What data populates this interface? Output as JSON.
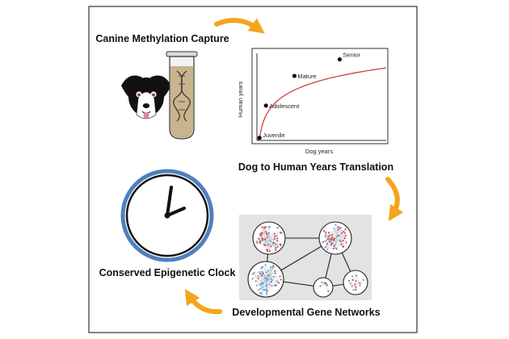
{
  "titles": {
    "capture": "Canine Methylation Capture",
    "translation": "Dog to Human Years Translation",
    "clock": "Conserved Epigenetic Clock",
    "networks": "Developmental Gene Networks"
  },
  "chart_data": {
    "type": "line",
    "xlabel": "Dog years",
    "ylabel": "Human years",
    "points": [
      {
        "label": "Juvenile",
        "x": 0.02,
        "y": 0.03
      },
      {
        "label": "Adolescent",
        "x": 0.07,
        "y": 0.4
      },
      {
        "label": "Mature",
        "x": 0.29,
        "y": 0.74
      },
      {
        "label": "Senior",
        "x": 0.64,
        "y": 0.93
      }
    ],
    "curve_color": "#cc3333"
  },
  "colors": {
    "arrow": "#f4a51c",
    "clock_ring": "#4f7fbf",
    "network_bg": "#e3e3e3",
    "node_red": "#d9534f",
    "node_blue": "#6aa6d6"
  },
  "icons": {
    "dog": "dog-face-icon",
    "tube": "test-tube-dna-icon",
    "clock": "clock-icon"
  }
}
